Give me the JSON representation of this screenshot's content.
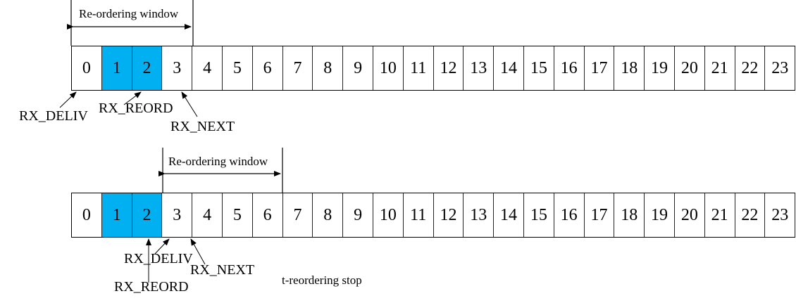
{
  "diagram": {
    "highlight_color": "#00B0F0",
    "top": {
      "window_label": "Re-ordering window",
      "cells": [
        "0",
        "1",
        "2",
        "3",
        "4",
        "5",
        "6",
        "7",
        "8",
        "9",
        "10",
        "11",
        "12",
        "13",
        "14",
        "15",
        "16",
        "17",
        "18",
        "19",
        "20",
        "21",
        "22",
        "23"
      ],
      "highlighted": [
        1,
        2
      ],
      "pointers": {
        "rx_deliv": "RX_DELIV",
        "rx_reord": "RX_REORD",
        "rx_next": "RX_NEXT"
      }
    },
    "bottom": {
      "window_label": "Re-ordering window",
      "cells": [
        "0",
        "1",
        "2",
        "3",
        "4",
        "5",
        "6",
        "7",
        "8",
        "9",
        "10",
        "11",
        "12",
        "13",
        "14",
        "15",
        "16",
        "17",
        "18",
        "19",
        "20",
        "21",
        "22",
        "23"
      ],
      "highlighted": [
        1,
        2
      ],
      "pointers": {
        "rx_deliv": "RX_DELIV",
        "rx_reord": "RX_REORD",
        "rx_next": "RX_NEXT"
      },
      "annotation": "t-reordering stop"
    }
  }
}
